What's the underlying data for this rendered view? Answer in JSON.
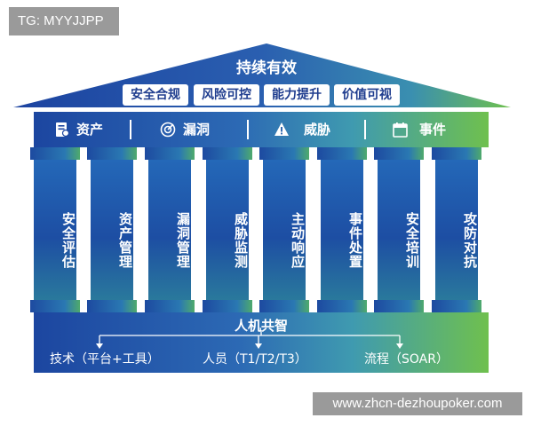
{
  "tag": "TG: MYYJJPP",
  "roof": {
    "title": "持续有效",
    "pills": [
      "安全合规",
      "风险可控",
      "能力提升",
      "价值可视"
    ]
  },
  "categories": [
    {
      "label": "资产",
      "icon": "asset-doc-icon"
    },
    {
      "label": "漏洞",
      "icon": "vulnerability-scan-icon"
    },
    {
      "label": "威胁",
      "icon": "warning-icon"
    },
    {
      "label": "事件",
      "icon": "calendar-icon"
    }
  ],
  "pillars": [
    "安全评估",
    "资产管理",
    "漏洞管理",
    "威胁监测",
    "主动响应",
    "事件处置",
    "安全培训",
    "攻防对抗"
  ],
  "base": {
    "title": "人机共智",
    "items": [
      "技术（平台+工具）",
      "人员（T1/T2/T3）",
      "流程（SOAR）"
    ]
  },
  "watermark": "www.zhcn-dezhoupoker.com",
  "colors": {
    "primary": "#1c46a0",
    "accent_green": "#6fc04e",
    "roof_dark": "#1a3f9a"
  }
}
